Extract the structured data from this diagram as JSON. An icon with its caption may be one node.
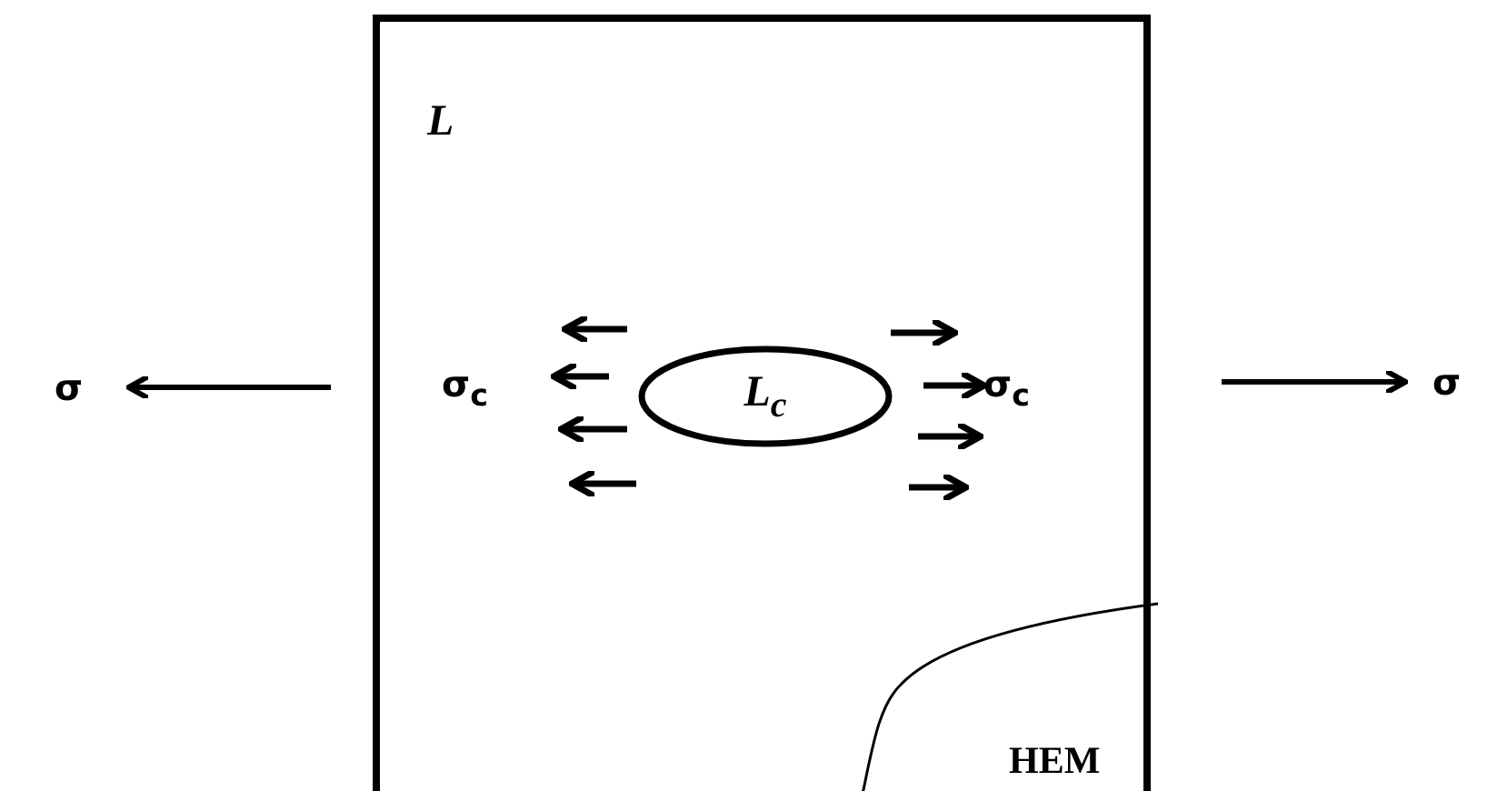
{
  "diagram": {
    "nodes": [
      {
        "text": [
          "L"
        ]
      },
      {
        "text": [
          "L$_{c}$"
        ],
        "in": 0
      },
      {
        "text": [
          "HEM"
        ],
        "in": 0
      }
    ],
    "labels": [
      "σ",
      "σ$_{c}$",
      "σ$_{c}$",
      "σ"
    ]
  }
}
